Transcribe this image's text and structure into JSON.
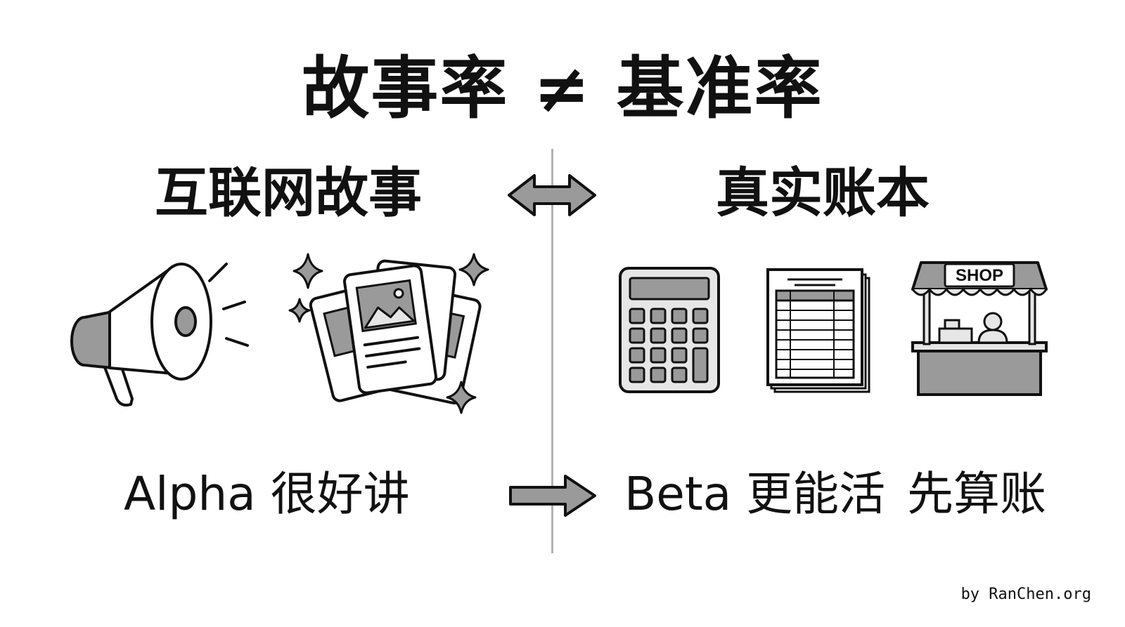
{
  "title": "故事率 ≠ 基准率",
  "left": {
    "heading": "互联网故事",
    "caption": "Alpha 很好讲"
  },
  "right": {
    "heading": "真实账本",
    "caption_primary": "Beta 更能活",
    "caption_secondary": "先算账",
    "shop_sign": "SHOP"
  },
  "credit": "by RanChen.org",
  "icons": {
    "megaphone": "megaphone-icon",
    "photo_cards": "photo-cards-icon",
    "sparkles": "sparkle-icon",
    "calculator": "calculator-icon",
    "ledger": "ledger-spreadsheet-icon",
    "shop": "shop-stall-icon",
    "double_arrow": "double-arrow-icon",
    "right_arrow": "right-arrow-icon"
  },
  "colors": {
    "ink": "#111111",
    "fill_gray": "#9a9a9a",
    "light_gray": "#e6e6e6",
    "divider": "#b3b3b3"
  }
}
